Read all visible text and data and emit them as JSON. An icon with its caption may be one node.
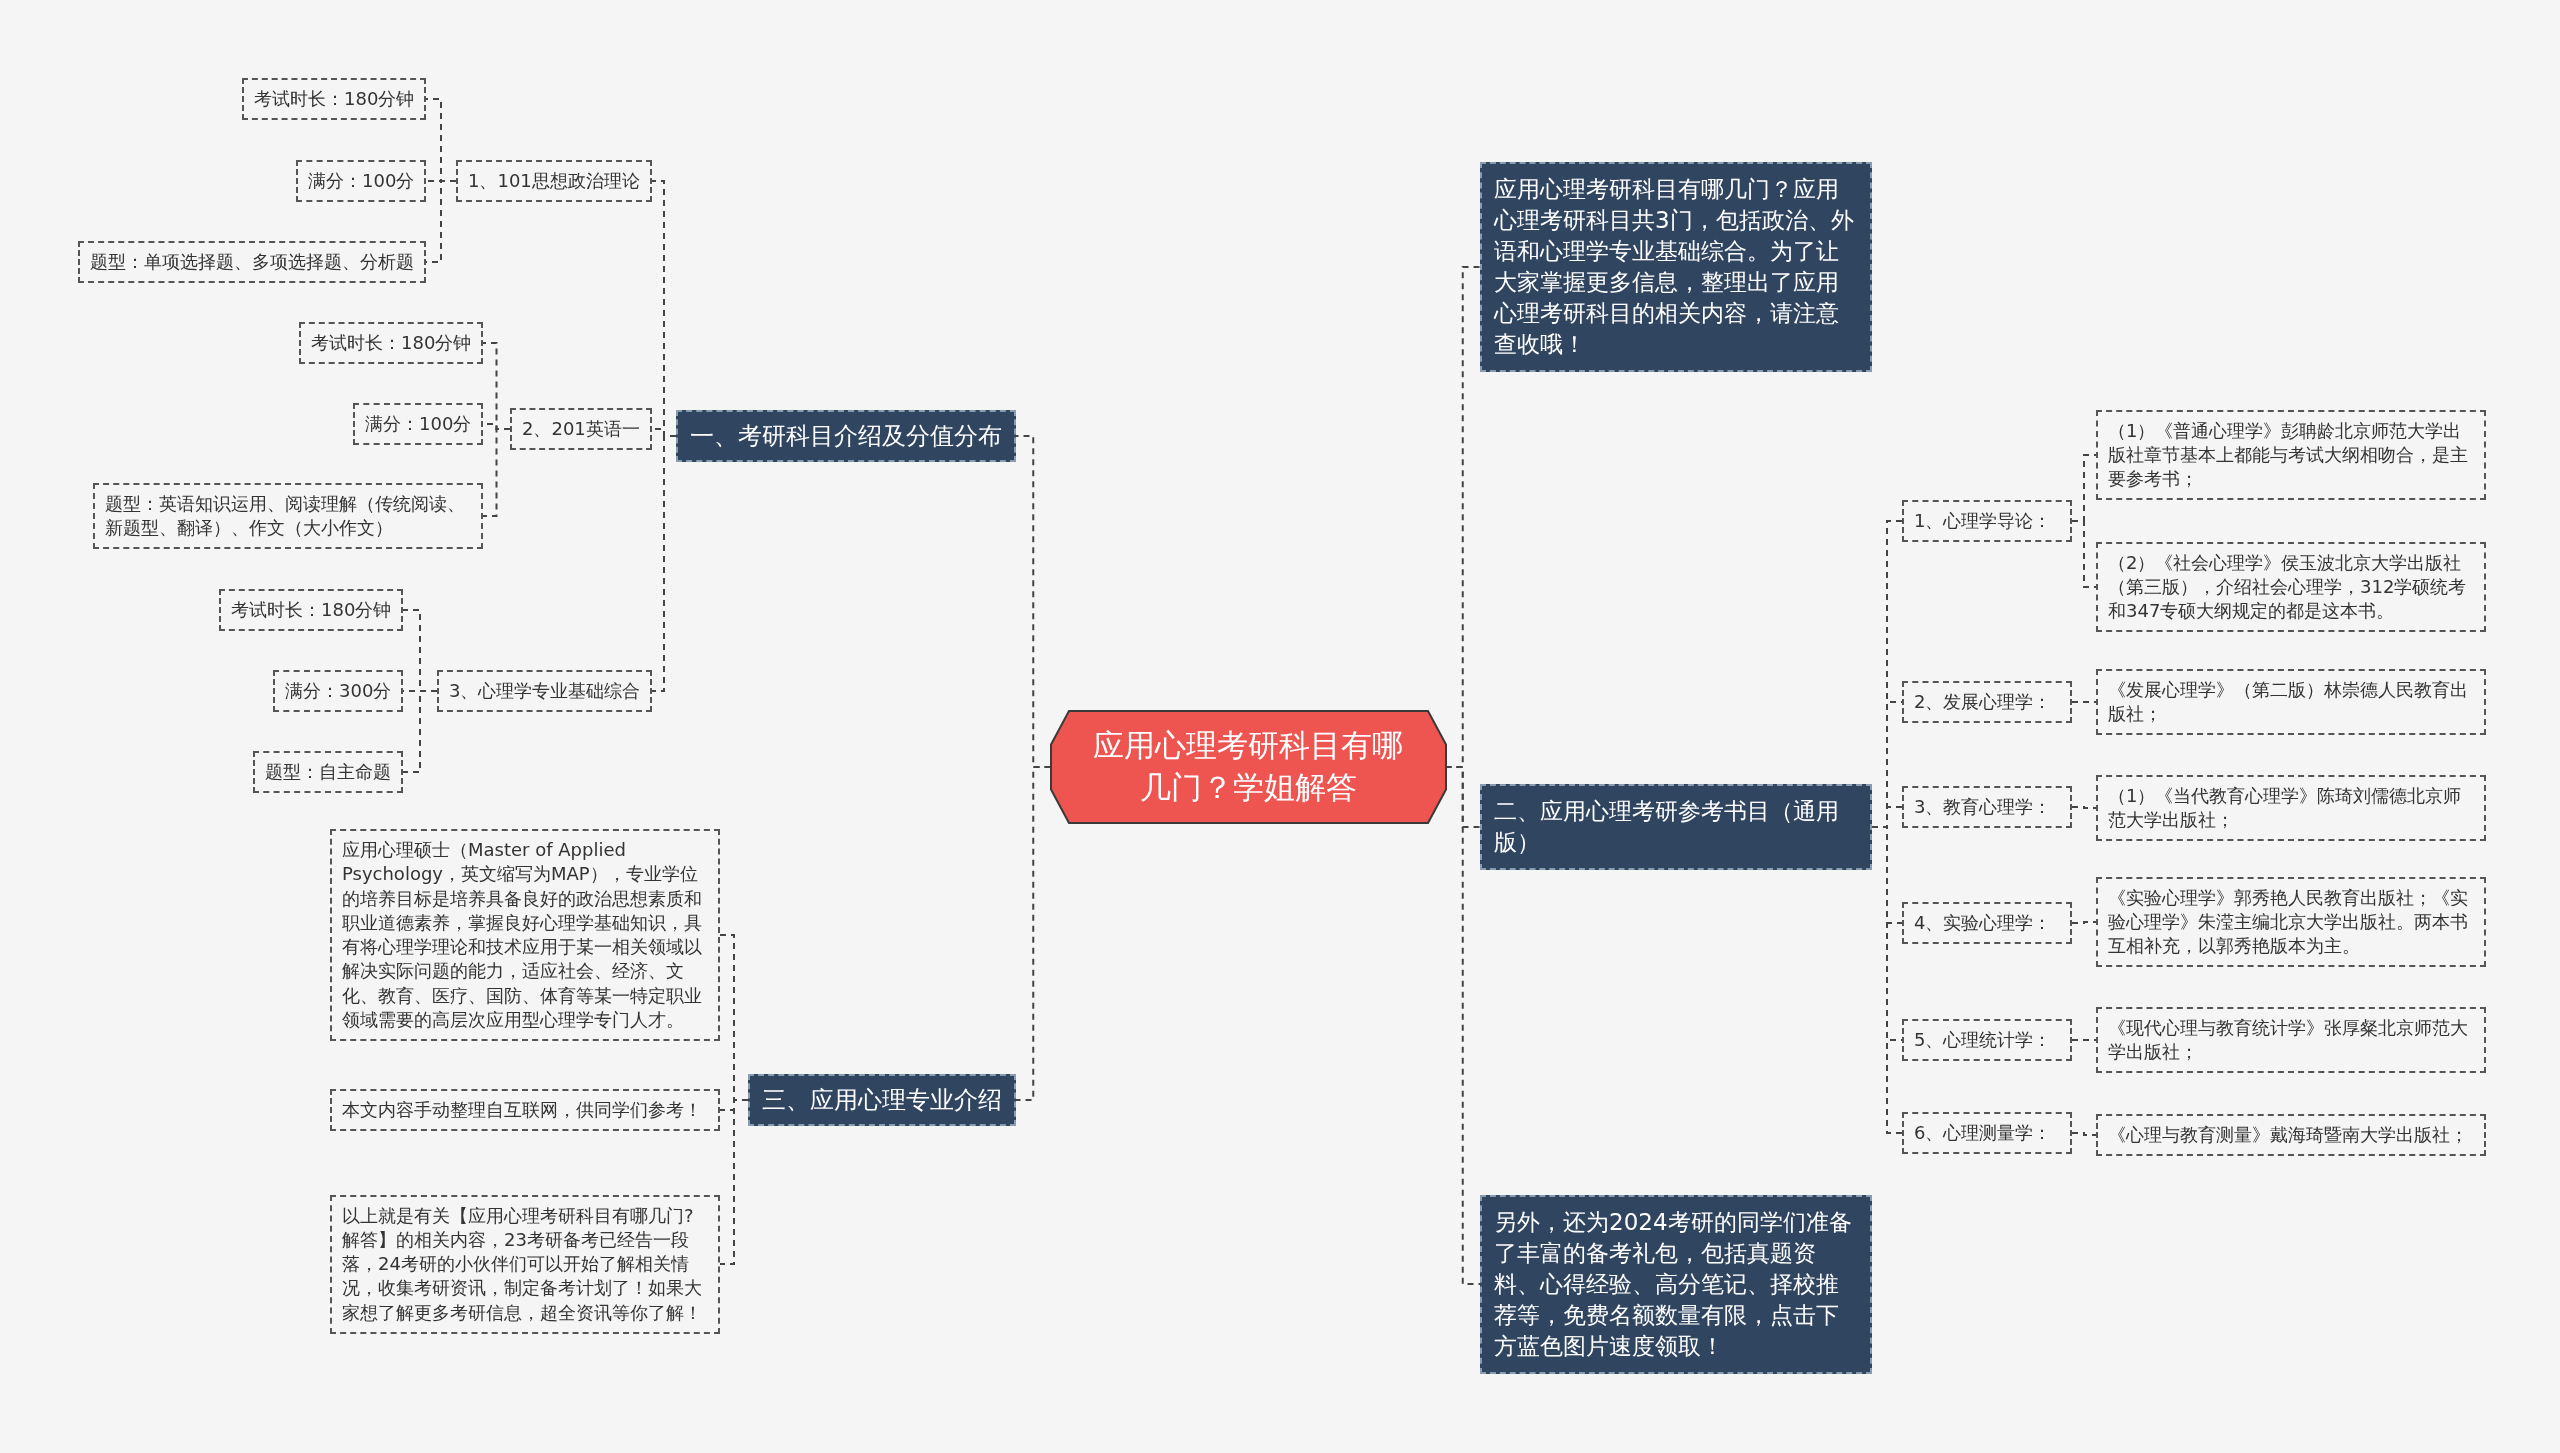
{
  "diagram": {
    "nodes": [
      {
        "text": [
          "应用心理考研科目有哪几门？学姐解答"
        ]
      },
      {
        "text": [
          "一、考研科目介绍及分值分布"
        ]
      },
      {
        "text": [
          "1、101思想政治理论"
        ]
      },
      {
        "text": [
          "考试时长：180分钟"
        ]
      },
      {
        "text": [
          "满分：100分"
        ]
      },
      {
        "text": [
          "题型：单项选择题、多项选择题、分析题"
        ]
      },
      {
        "text": [
          "2、201英语一"
        ]
      },
      {
        "text": [
          "考试时长：180分钟"
        ]
      },
      {
        "text": [
          "满分：100分"
        ]
      },
      {
        "text": [
          "题型：英语知识运用、阅读理解（传统阅读、新题型、翻译）、作文（大小作文）"
        ]
      },
      {
        "text": [
          "3、心理学专业基础综合"
        ]
      },
      {
        "text": [
          "考试时长：180分钟"
        ]
      },
      {
        "text": [
          "满分：300分"
        ]
      },
      {
        "text": [
          "题型：自主命题"
        ]
      },
      {
        "text": [
          "三、应用心理专业介绍"
        ]
      },
      {
        "text": [
          "应用心理硕士（Master of Applied Psychology，英文缩写为MAP），专业学位的培养目标是培养具备良好的政治思想素质和职业道德素养，掌握良好心理学基础知识，具有将心理学理论和技术应用于某一相关领域以解决实际问题的能力，适应社会、经济、文化、教育、医疗、国防、体育等某一特定职业领域需要的高层次应用型心理学专门人才。"
        ]
      },
      {
        "text": [
          "本文内容手动整理自互联网，供同学们参考！"
        ]
      },
      {
        "text": [
          "以上就是有关【应用心理考研科目有哪几门?解答】的相关内容，23考研备考已经告一段落，24考研的小伙伴们可以开始了解相关情况，收集考研资讯，制定备考计划了！如果大家想了解更多考研信息，超全资讯等你了解！"
        ]
      },
      {
        "text": [
          "应用心理考研科目有哪几门？应用心理考研科目共3门，包括政治、外语和心理学专业基础综合。为了让大家掌握更多信息，整理出了应用心理考研科目的相关内容，请注意查收哦！"
        ]
      },
      {
        "text": [
          "二、应用心理考研参考书目（通用版）"
        ]
      },
      {
        "text": [
          "1、心理学导论："
        ]
      },
      {
        "text": [
          "2、发展心理学："
        ]
      },
      {
        "text": [
          "3、教育心理学："
        ]
      },
      {
        "text": [
          "4、实验心理学："
        ]
      },
      {
        "text": [
          "5、心理统计学："
        ]
      },
      {
        "text": [
          "6、心理测量学："
        ]
      },
      {
        "text": [
          "（1）《普通心理学》彭聃龄北京师范大学出版社章节基本上都能与考试大纲相吻合，是主要参考书；"
        ]
      },
      {
        "text": [
          "（2）《社会心理学》侯玉波北京大学出版社（第三版），介绍社会心理学，312学硕统考和347专硕大纲规定的都是这本书。"
        ]
      },
      {
        "text": [
          "《发展心理学》（第二版）林崇德人民教育出版社；"
        ]
      },
      {
        "text": [
          "（1）《当代教育心理学》陈琦刘儒德北京师范大学出版社；"
        ]
      },
      {
        "text": [
          "《实验心理学》郭秀艳人民教育出版社；《实验心理学》朱滢主编北京大学出版社。两本书互相补充，以郭秀艳版本为主。"
        ]
      },
      {
        "text": [
          "《现代心理与教育统计学》张厚粲北京师范大学出版社；"
        ]
      },
      {
        "text": [
          "《心理与教育测量》戴海琦暨南大学出版社；"
        ]
      },
      {
        "text": [
          "另外，还为2024考研的同学们准备了丰富的备考礼包，包括真题资料、心得经验、高分笔记、择校推荐等，免费名额数量有限，点击下方蓝色图片速度领取！"
        ]
      }
    ],
    "edges": [
      {
        "from": 0,
        "to": 1,
        "arrow": "none"
      },
      {
        "from": 1,
        "to": 2,
        "arrow": "none"
      },
      {
        "from": 2,
        "to": 3,
        "arrow": "none"
      },
      {
        "from": 2,
        "to": 4,
        "arrow": "none"
      },
      {
        "from": 2,
        "to": 5,
        "arrow": "none"
      },
      {
        "from": 1,
        "to": 6,
        "arrow": "none"
      },
      {
        "from": 6,
        "to": 7,
        "arrow": "none"
      },
      {
        "from": 6,
        "to": 8,
        "arrow": "none"
      },
      {
        "from": 6,
        "to": 9,
        "arrow": "none"
      },
      {
        "from": 1,
        "to": 10,
        "arrow": "none"
      },
      {
        "from": 10,
        "to": 11,
        "arrow": "none"
      },
      {
        "from": 10,
        "to": 12,
        "arrow": "none"
      },
      {
        "from": 10,
        "to": 13,
        "arrow": "none"
      },
      {
        "from": 0,
        "to": 14,
        "arrow": "none"
      },
      {
        "from": 14,
        "to": 15,
        "arrow": "none"
      },
      {
        "from": 14,
        "to": 16,
        "arrow": "none"
      },
      {
        "from": 14,
        "to": 17,
        "arrow": "none"
      },
      {
        "from": 0,
        "to": 18,
        "arrow": "none"
      },
      {
        "from": 0,
        "to": 19,
        "arrow": "none"
      },
      {
        "from": 19,
        "to": 20,
        "arrow": "none"
      },
      {
        "from": 20,
        "to": 26,
        "arrow": "none"
      },
      {
        "from": 20,
        "to": 27,
        "arrow": "none"
      },
      {
        "from": 19,
        "to": 21,
        "arrow": "none"
      },
      {
        "from": 21,
        "to": 28,
        "arrow": "none"
      },
      {
        "from": 19,
        "to": 22,
        "arrow": "none"
      },
      {
        "from": 22,
        "to": 29,
        "arrow": "none"
      },
      {
        "from": 19,
        "to": 23,
        "arrow": "none"
      },
      {
        "from": 23,
        "to": 30,
        "arrow": "none"
      },
      {
        "from": 19,
        "to": 24,
        "arrow": "none"
      },
      {
        "from": 24,
        "to": 31,
        "arrow": "none"
      },
      {
        "from": 19,
        "to": 25,
        "arrow": "none"
      },
      {
        "from": 25,
        "to": 32,
        "arrow": "none"
      },
      {
        "from": 0,
        "to": 33,
        "arrow": "none"
      }
    ]
  }
}
